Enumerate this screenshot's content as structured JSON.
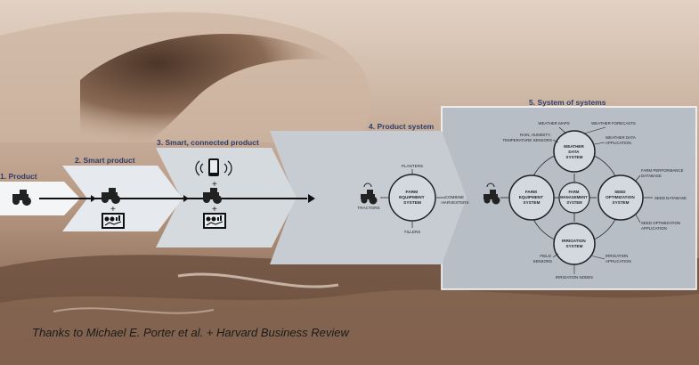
{
  "stages": [
    {
      "number": "1.",
      "title": "Product"
    },
    {
      "number": "2.",
      "title": "Smart product"
    },
    {
      "number": "3.",
      "title": "Smart, connected product"
    },
    {
      "number": "4.",
      "title": "Product system"
    },
    {
      "number": "5.",
      "title": "System of systems"
    }
  ],
  "plus_sign": "+",
  "product_system": {
    "hub_label": [
      "FARM",
      "EQUIPMENT",
      "SYSTEM"
    ],
    "planters": "PLANTERS",
    "tractors": "TRACTORS",
    "combine": [
      "COMBINE",
      "HARVESTERS"
    ],
    "tillers": "TILLERS"
  },
  "system_of_systems": {
    "weather": [
      "WEATHER",
      "DATA",
      "SYSTEM"
    ],
    "farm_equipment": [
      "FARM",
      "EQUIPMENT",
      "SYSTEM"
    ],
    "farm_management": [
      "FARM",
      "MANAGEMENT",
      "SYSTEM"
    ],
    "seed": [
      "SEED",
      "OPTIMIZATION",
      "SYSTEM"
    ],
    "irrigation": [
      "IRRIGATION",
      "SYSTEM"
    ],
    "weather_maps": "WEATHER MAPS",
    "weather_forecasts": "WEATHER FORECASTS",
    "rain_sensors": [
      "RAIN, HUMIDITY,",
      "TEMPERATURE SENSORS"
    ],
    "weather_app": [
      "WEATHER DATA",
      "APPLICATION"
    ],
    "farm_perf_db": [
      "FARM PERFORMANCE",
      "DATABASE"
    ],
    "seed_db": "SEED DATABASE",
    "seed_app": [
      "SEED OPTIMIZATION",
      "APPLICATION"
    ],
    "field_sensors": [
      "FIELD",
      "SENSORS"
    ],
    "irrigation_app": [
      "IRRIGATION",
      "APPLICATION"
    ],
    "irrigation_nodes": "IRRIGATION NODES"
  },
  "caption": "Thanks to Michael E. Porter  et al. + Harvard Business Review",
  "colors": {
    "sepia_light": "#d9c4b2",
    "sepia_mid": "#a88a72",
    "sepia_dark": "#5e4434",
    "panel_1": "#f3f5f7",
    "panel_2": "#e6eaee",
    "panel_3": "#d4dade",
    "panel_4": "#c6ccd1",
    "panel_5": "#b7bec5",
    "stage_title": "#2f3d6b",
    "circle_fill": "#d3d9de",
    "ink": "#1f2328"
  }
}
